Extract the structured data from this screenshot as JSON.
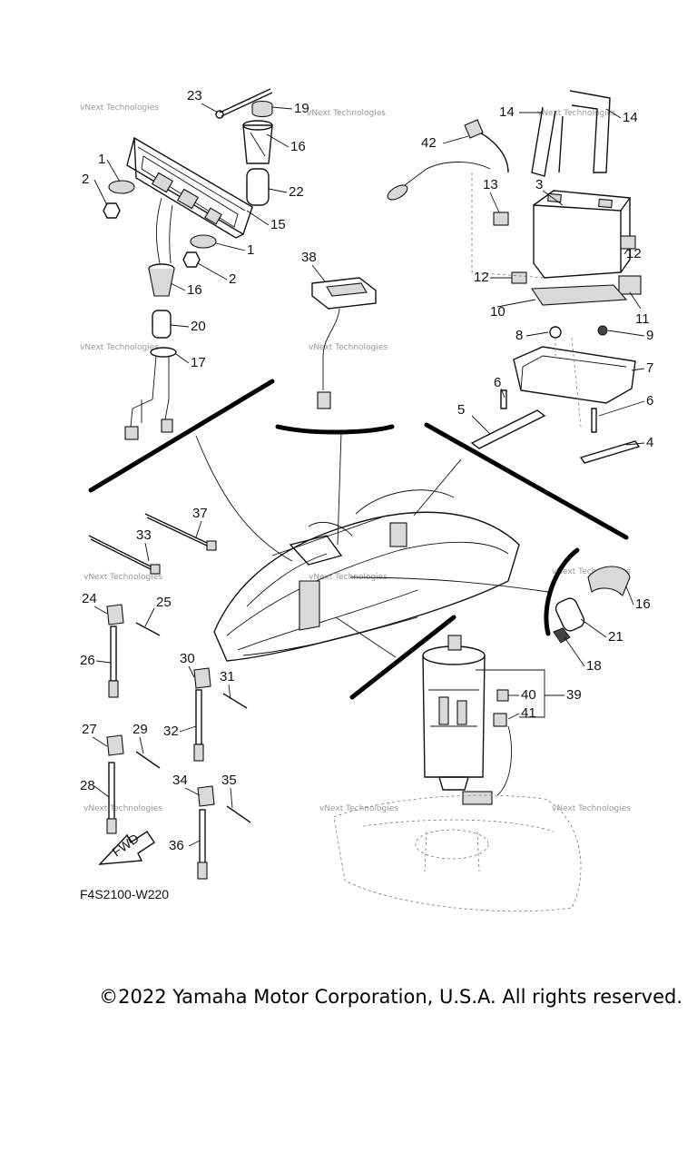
{
  "diagram": {
    "code": "F4S2100-W220",
    "fwd_label": "FWD",
    "watermark": "vNext Technologies",
    "callouts": [
      "1",
      "2",
      "1",
      "2",
      "3",
      "4",
      "5",
      "6",
      "6",
      "7",
      "8",
      "9",
      "10",
      "11",
      "12",
      "12",
      "13",
      "14",
      "14",
      "15",
      "16",
      "16",
      "16",
      "17",
      "18",
      "19",
      "20",
      "21",
      "22",
      "23",
      "24",
      "25",
      "26",
      "27",
      "28",
      "29",
      "30",
      "31",
      "32",
      "33",
      "34",
      "35",
      "36",
      "37",
      "38",
      "39",
      "40",
      "41",
      "42"
    ]
  },
  "footer": {
    "copyright": "©2022 Yamaha Motor Corporation, U.S.A. All rights reserved."
  }
}
